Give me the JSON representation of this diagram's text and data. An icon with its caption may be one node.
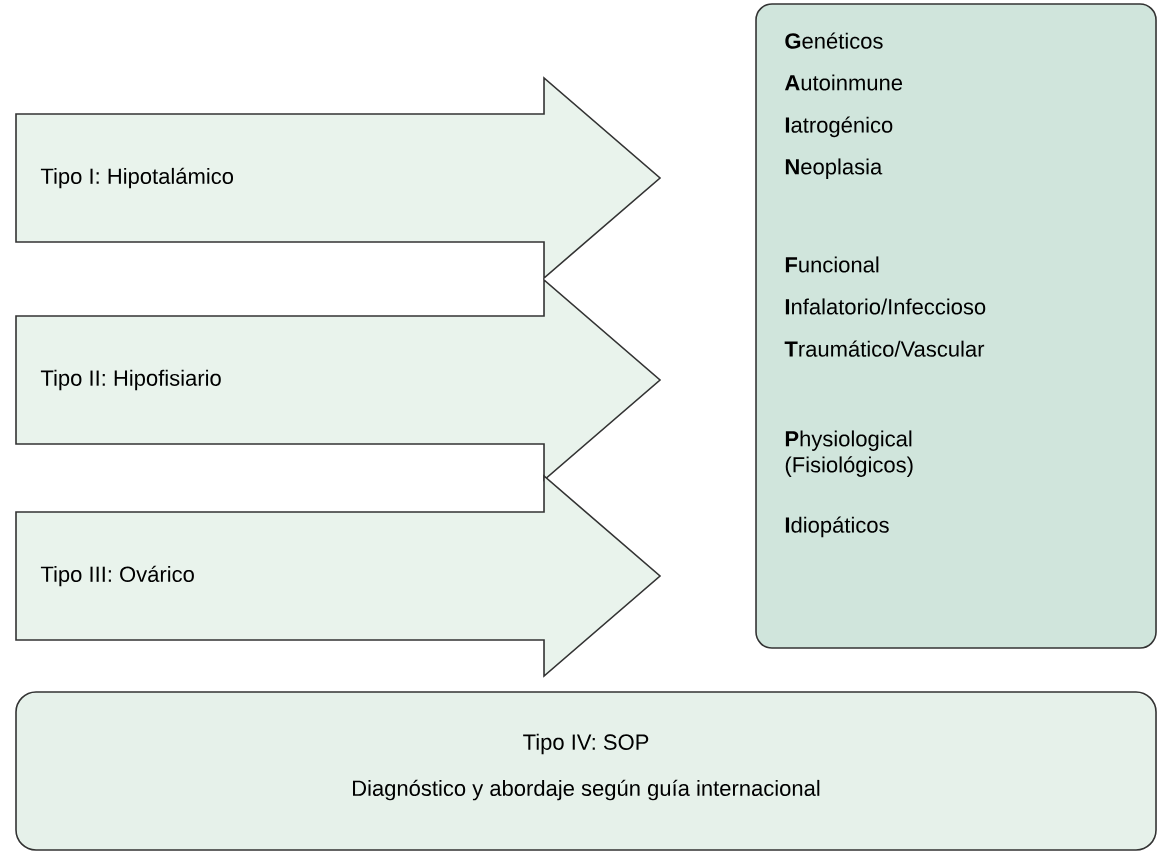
{
  "diagram": {
    "nodes": [
      {
        "text": [
          "Tipo I: Hipotalámico"
        ]
      },
      {
        "text": [
          "Tipo II: Hipofisiario"
        ]
      },
      {
        "text": [
          "Tipo III: Ovárico"
        ]
      },
      {
        "text": [
          "**G**enéticos",
          "**A**utoinmune",
          "**I**atrogénico",
          "**N**eoplasia",
          "**F**uncional",
          "**I**nfalatorio/Infeccioso",
          "**T**raumático/Vascular",
          "**P**hysiological (Fisiológicos)",
          "**I**diopáticos"
        ]
      },
      {
        "text": [
          "Tipo IV: SOP",
          "Diagnóstico y abordaje según guía internacional"
        ]
      }
    ]
  }
}
